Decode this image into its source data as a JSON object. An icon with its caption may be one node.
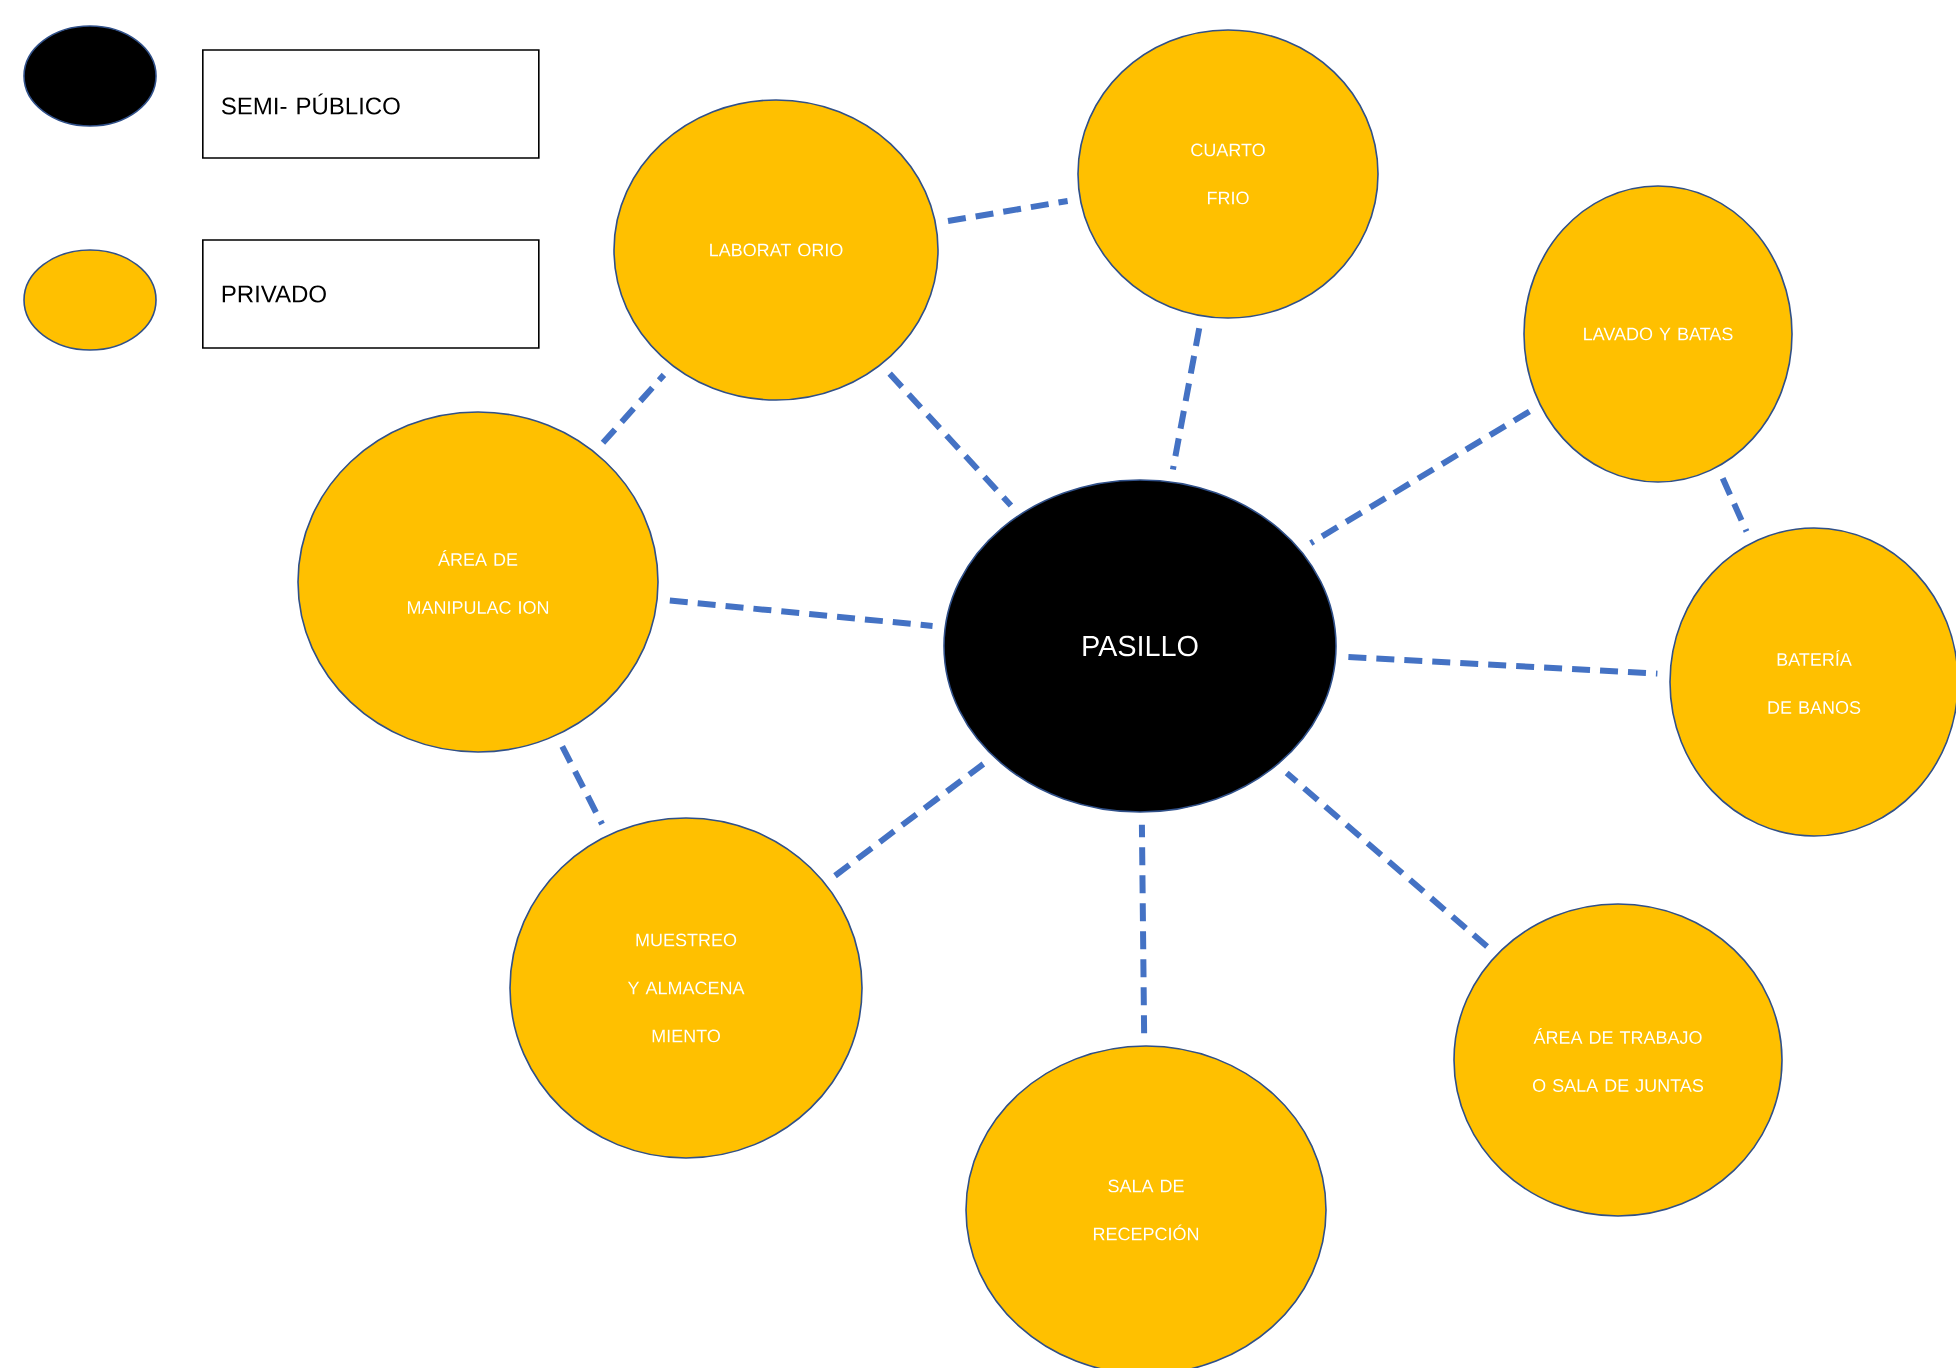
{
  "diagram": {
    "nodes": [
      {
        "text": [
          "LABORAT ORIO"
        ]
      },
      {
        "text": [
          "CUARTO FRIO"
        ]
      },
      {
        "text": [
          "LAVADO Y BATAS"
        ]
      },
      {
        "text": [
          "ÁREA DE MANIPULAC ION"
        ]
      },
      {
        "text": [
          "PASILLO"
        ]
      },
      {
        "text": [
          "BATERÍA DE BANOS"
        ]
      },
      {
        "text": [
          "MUESTREO Y ALMACENA MIENTO"
        ]
      },
      {
        "text": [
          "ÁREA DE TRABAJO O SALA DE JUNTAS"
        ]
      },
      {
        "text": [
          "SALA DE RECEPCIÓN"
        ]
      }
    ],
    "edges": [
      {
        "from": 0,
        "to": 1,
        "arrow": "none"
      },
      {
        "from": 0,
        "to": 4,
        "arrow": "none"
      },
      {
        "from": 1,
        "to": 4,
        "arrow": "none"
      },
      {
        "from": 2,
        "to": 4,
        "arrow": "none"
      },
      {
        "from": 2,
        "to": 5,
        "arrow": "none"
      },
      {
        "from": 3,
        "to": 0,
        "arrow": "none"
      },
      {
        "from": 3,
        "to": 4,
        "arrow": "none"
      },
      {
        "from": 3,
        "to": 6,
        "arrow": "none"
      },
      {
        "from": 4,
        "to": 5,
        "arrow": "none"
      },
      {
        "from": 6,
        "to": 4,
        "arrow": "none"
      },
      {
        "from": 8,
        "to": 4,
        "arrow": "none"
      },
      {
        "from": 7,
        "to": 4,
        "arrow": "none"
      }
    ],
    "legend": [
      {
        "text": "SEMI- PÚBLICO",
        "color": "#000000"
      },
      {
        "text": "PRIVADO",
        "color": "#ffc000"
      }
    ]
  }
}
